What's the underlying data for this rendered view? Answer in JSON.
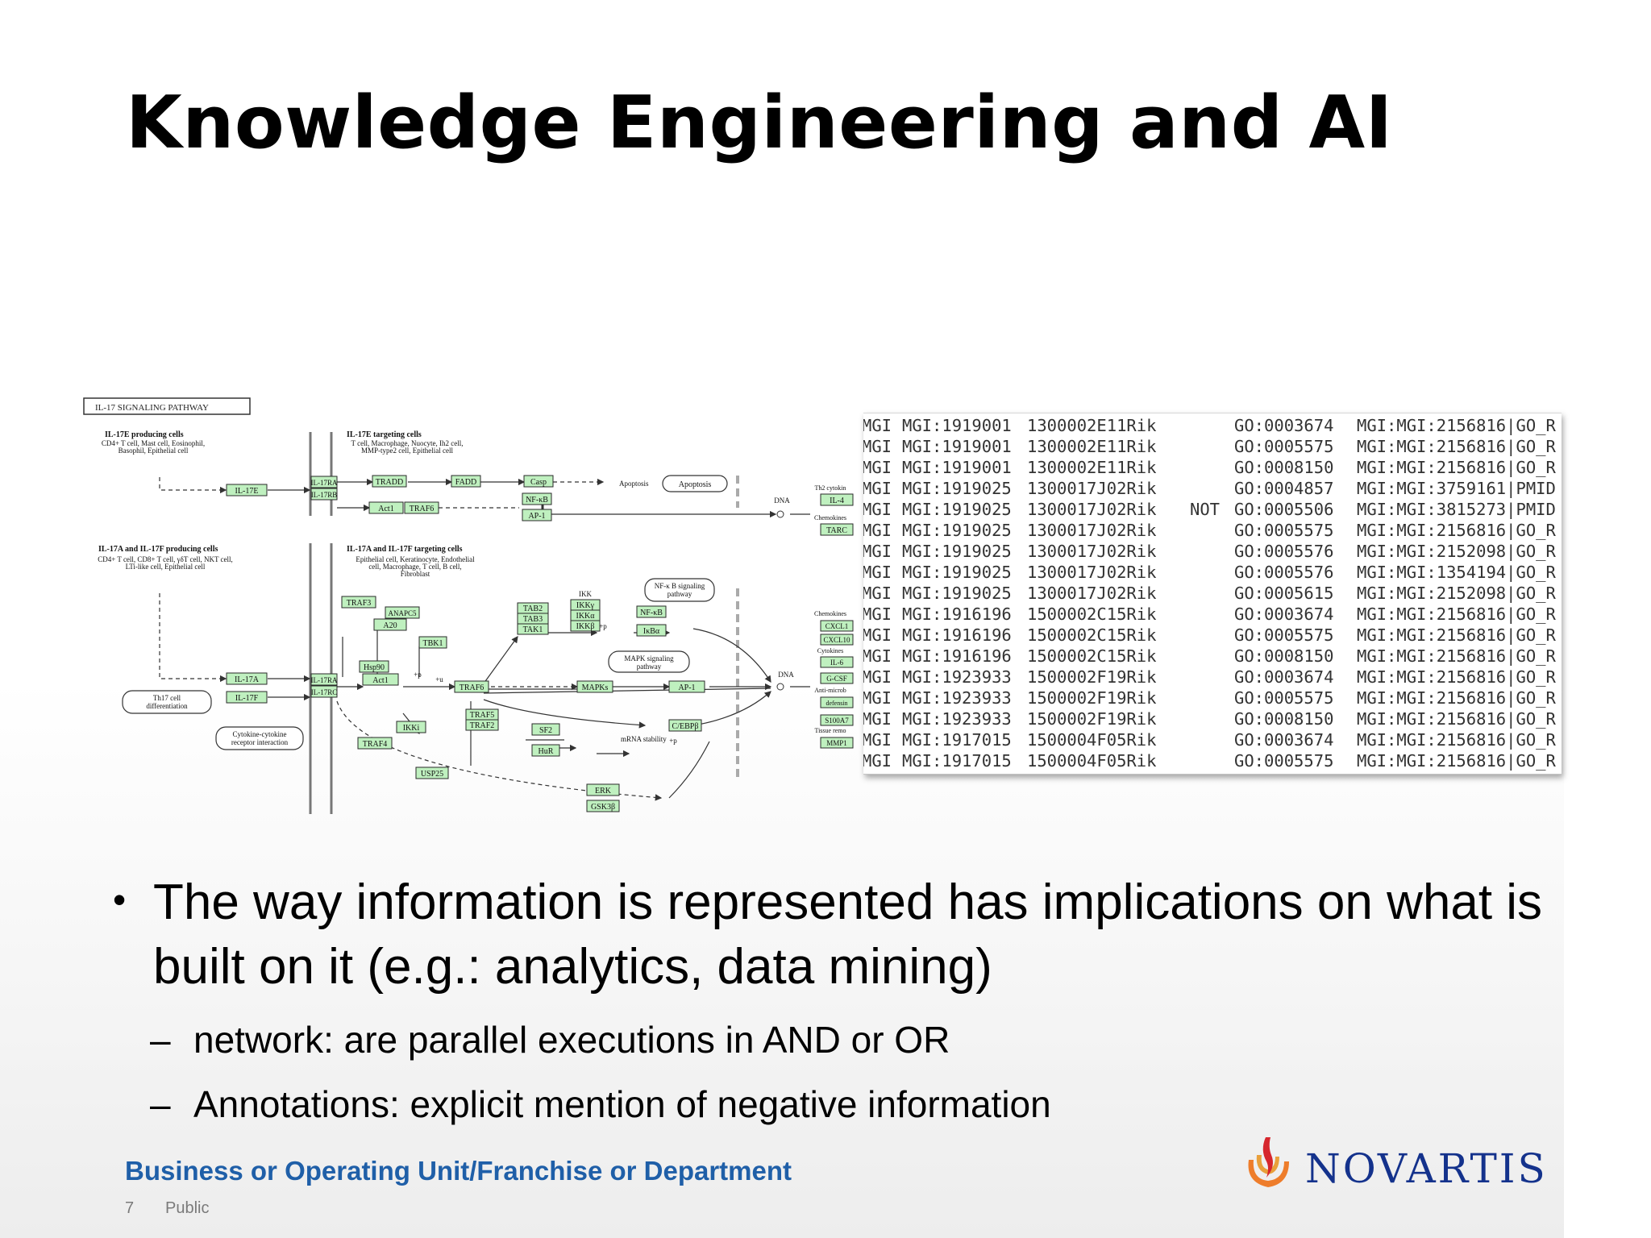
{
  "slide": {
    "title": "Knowledge Engineering and AI",
    "bullet": "The way information is represented has implications on what is built on it (e.g.: analytics, data mining)",
    "sub_bullets": [
      "network: are parallel executions in AND or OR",
      "Annotations: explicit mention of negative information"
    ],
    "dash": "–",
    "bullet_symbol": "•",
    "footer_department": "Business or Operating Unit/Franchise or Department",
    "page_number": "7",
    "classification": "Public",
    "logo_text": "NOVARTIS",
    "colors": {
      "accent_blue": "#1f5fa8",
      "logo_blue": "#14328c",
      "node_green": "#bff0bf"
    }
  },
  "pathway": {
    "title": "IL-17 SIGNALING PATHWAY",
    "left_sections": {
      "top_header": "IL-17E producing cells",
      "top_cells": "CD4+ T cell, Mast cell, Eosinophil, Basophil, Epithelial cell",
      "bottom_header": "IL-17A and IL-17F producing cells",
      "bottom_cells": "CD4+ T cell, CD8+ T cell, γδT cell, NKT cell, LTi-like cell, Epithelial cell"
    },
    "target_sections": {
      "top_header": "IL-17E targeting cells",
      "top_cells": "T cell, Macrophage, Nuocyte, Ih2 cell, MMP-type2 cell, Epithelial cell",
      "bottom_header": "IL-17A and IL-17F targeting cells",
      "bottom_cells": "Epithelial cell, Keratinocyte, Endothelial cell, Macrophage, T cell, B cell, Fibroblast"
    },
    "nodes": {
      "il17e": "IL-17E",
      "il17ra_top": "IL-17RA",
      "il17rb": "IL-17RB",
      "tradd": "TRADD",
      "fadd": "FADD",
      "casp": "Casp",
      "act1_top": "Act1",
      "traf6_top": "TRAF6",
      "nfkb_top": "NF-κB",
      "ap1_top": "AP-1",
      "il4": "IL-4",
      "tarc": "TARC",
      "traf3": "TRAF3",
      "anapc5": "ANAPC5",
      "a20": "A20",
      "tbk1": "TBK1",
      "hsp90": "Hsp90",
      "act1": "Act1",
      "traf6": "TRAF6",
      "tab2": "TAB2",
      "tab3": "TAB3",
      "tak1": "TAK1",
      "ikkg": "IKKγ",
      "ikka": "IKKα",
      "ikkb": "IKKβ",
      "nfkb": "NF-κB",
      "ikba": "IκBα",
      "mapks": "MAPKs",
      "ap1": "AP-1",
      "cebpb": "C/EBPβ",
      "il17a": "IL-17A",
      "il17f": "IL-17F",
      "il17ra": "IL-17RA",
      "il17rc": "IL-17RC",
      "ikki": "IKKi",
      "traf5": "TRAF5",
      "traf2": "TRAF2",
      "sf2": "SF2",
      "hur": "HuR",
      "traf4": "TRAF4",
      "usp25": "USP25",
      "erk": "ERK",
      "gsk3b": "GSK3β",
      "cxcl1": "CXCL1",
      "cxcl10": "CXCL10",
      "il6": "IL-6",
      "gcsf": "G-CSF",
      "defensin": "defensin",
      "s100a7": "S100A7",
      "mmp1": "MMP1"
    },
    "labels": {
      "apoptosis_arrow": "Apoptosis",
      "apoptosis_box": "Apoptosis",
      "dna_top": "DNA",
      "dna_bottom": "DNA",
      "th2_cyto": "Th2 cytokin",
      "chemokines_top": "Chemokines",
      "chemokines": "Chemokines",
      "cytokines": "Cytokines",
      "antimicrob": "Anti-microb",
      "tissue_remo": "Tissue remo",
      "nfkb_pathway_1": "NF-κ B signaling",
      "nfkb_pathway_2": "pathway",
      "mapk_pathway_1": "MAPK signaling",
      "mapk_pathway_2": "pathway",
      "th17_1": "Th17 cell",
      "th17_2": "differentiation",
      "cyto_rec_1": "Cytokine-cytokine",
      "cyto_rec_2": "receptor interaction",
      "ikk": "IKK",
      "mrna": "mRNA stability",
      "plus_p": "+p",
      "plus_u": "+u",
      "plus_p2": "+p",
      "plus_p3": "+p"
    }
  },
  "annotations": {
    "rows": [
      {
        "src": "MGI",
        "id": "MGI:1919001",
        "symbol": "1300002E11Rik",
        "qualifier": "",
        "go": "GO:0003674",
        "ref": "MGI:MGI:2156816|GO_R"
      },
      {
        "src": "MGI",
        "id": "MGI:1919001",
        "symbol": "1300002E11Rik",
        "qualifier": "",
        "go": "GO:0005575",
        "ref": "MGI:MGI:2156816|GO_R"
      },
      {
        "src": "MGI",
        "id": "MGI:1919001",
        "symbol": "1300002E11Rik",
        "qualifier": "",
        "go": "GO:0008150",
        "ref": "MGI:MGI:2156816|GO_R"
      },
      {
        "src": "MGI",
        "id": "MGI:1919025",
        "symbol": "1300017J02Rik",
        "qualifier": "",
        "go": "GO:0004857",
        "ref": "MGI:MGI:3759161|PMID"
      },
      {
        "src": "MGI",
        "id": "MGI:1919025",
        "symbol": "1300017J02Rik",
        "qualifier": "NOT",
        "go": "GO:0005506",
        "ref": "MGI:MGI:3815273|PMID"
      },
      {
        "src": "MGI",
        "id": "MGI:1919025",
        "symbol": "1300017J02Rik",
        "qualifier": "",
        "go": "GO:0005575",
        "ref": "MGI:MGI:2156816|GO_R"
      },
      {
        "src": "MGI",
        "id": "MGI:1919025",
        "symbol": "1300017J02Rik",
        "qualifier": "",
        "go": "GO:0005576",
        "ref": "MGI:MGI:2152098|GO_R"
      },
      {
        "src": "MGI",
        "id": "MGI:1919025",
        "symbol": "1300017J02Rik",
        "qualifier": "",
        "go": "GO:0005576",
        "ref": "MGI:MGI:1354194|GO_R"
      },
      {
        "src": "MGI",
        "id": "MGI:1919025",
        "symbol": "1300017J02Rik",
        "qualifier": "",
        "go": "GO:0005615",
        "ref": "MGI:MGI:2152098|GO_R"
      },
      {
        "src": "MGI",
        "id": "MGI:1916196",
        "symbol": "1500002C15Rik",
        "qualifier": "",
        "go": "GO:0003674",
        "ref": "MGI:MGI:2156816|GO_R"
      },
      {
        "src": "MGI",
        "id": "MGI:1916196",
        "symbol": "1500002C15Rik",
        "qualifier": "",
        "go": "GO:0005575",
        "ref": "MGI:MGI:2156816|GO_R"
      },
      {
        "src": "MGI",
        "id": "MGI:1916196",
        "symbol": "1500002C15Rik",
        "qualifier": "",
        "go": "GO:0008150",
        "ref": "MGI:MGI:2156816|GO_R"
      },
      {
        "src": "MGI",
        "id": "MGI:1923933",
        "symbol": "1500002F19Rik",
        "qualifier": "",
        "go": "GO:0003674",
        "ref": "MGI:MGI:2156816|GO_R"
      },
      {
        "src": "MGI",
        "id": "MGI:1923933",
        "symbol": "1500002F19Rik",
        "qualifier": "",
        "go": "GO:0005575",
        "ref": "MGI:MGI:2156816|GO_R"
      },
      {
        "src": "MGI",
        "id": "MGI:1923933",
        "symbol": "1500002F19Rik",
        "qualifier": "",
        "go": "GO:0008150",
        "ref": "MGI:MGI:2156816|GO_R"
      },
      {
        "src": "MGI",
        "id": "MGI:1917015",
        "symbol": "1500004F05Rik",
        "qualifier": "",
        "go": "GO:0003674",
        "ref": "MGI:MGI:2156816|GO_R"
      },
      {
        "src": "MGI",
        "id": "MGI:1917015",
        "symbol": "1500004F05Rik",
        "qualifier": "",
        "go": "GO:0005575",
        "ref": "MGI:MGI:2156816|GO_R"
      }
    ]
  }
}
